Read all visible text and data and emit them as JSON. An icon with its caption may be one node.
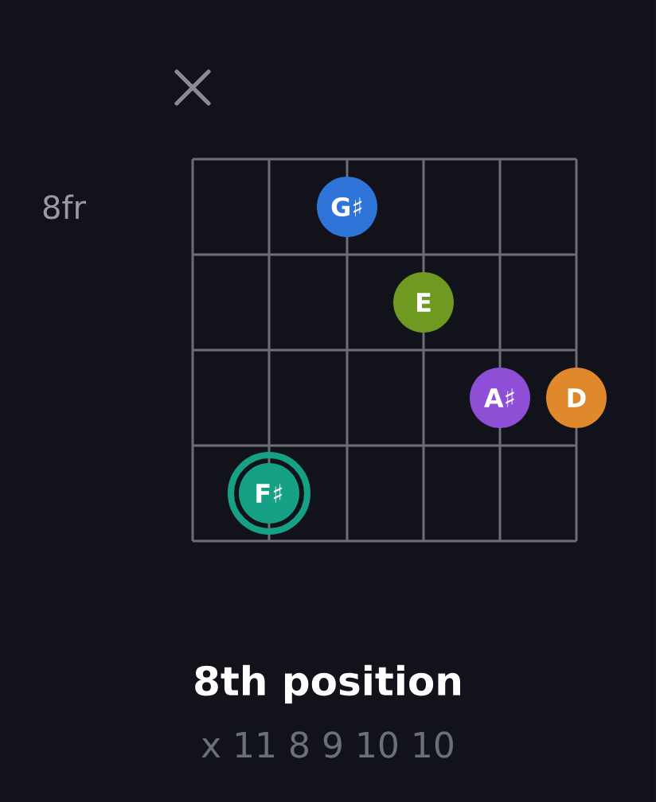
{
  "diagram": {
    "title": "8th position",
    "caption": "x 11 8 9 10 10",
    "nodes": [
      {
        "text": [
          "G♯"
        ]
      },
      {
        "text": [
          "E"
        ]
      },
      {
        "text": [
          "A♯"
        ]
      },
      {
        "text": [
          "D"
        ]
      },
      {
        "text": [
          "F♯"
        ]
      }
    ],
    "labels": [
      "8fr"
    ]
  }
}
